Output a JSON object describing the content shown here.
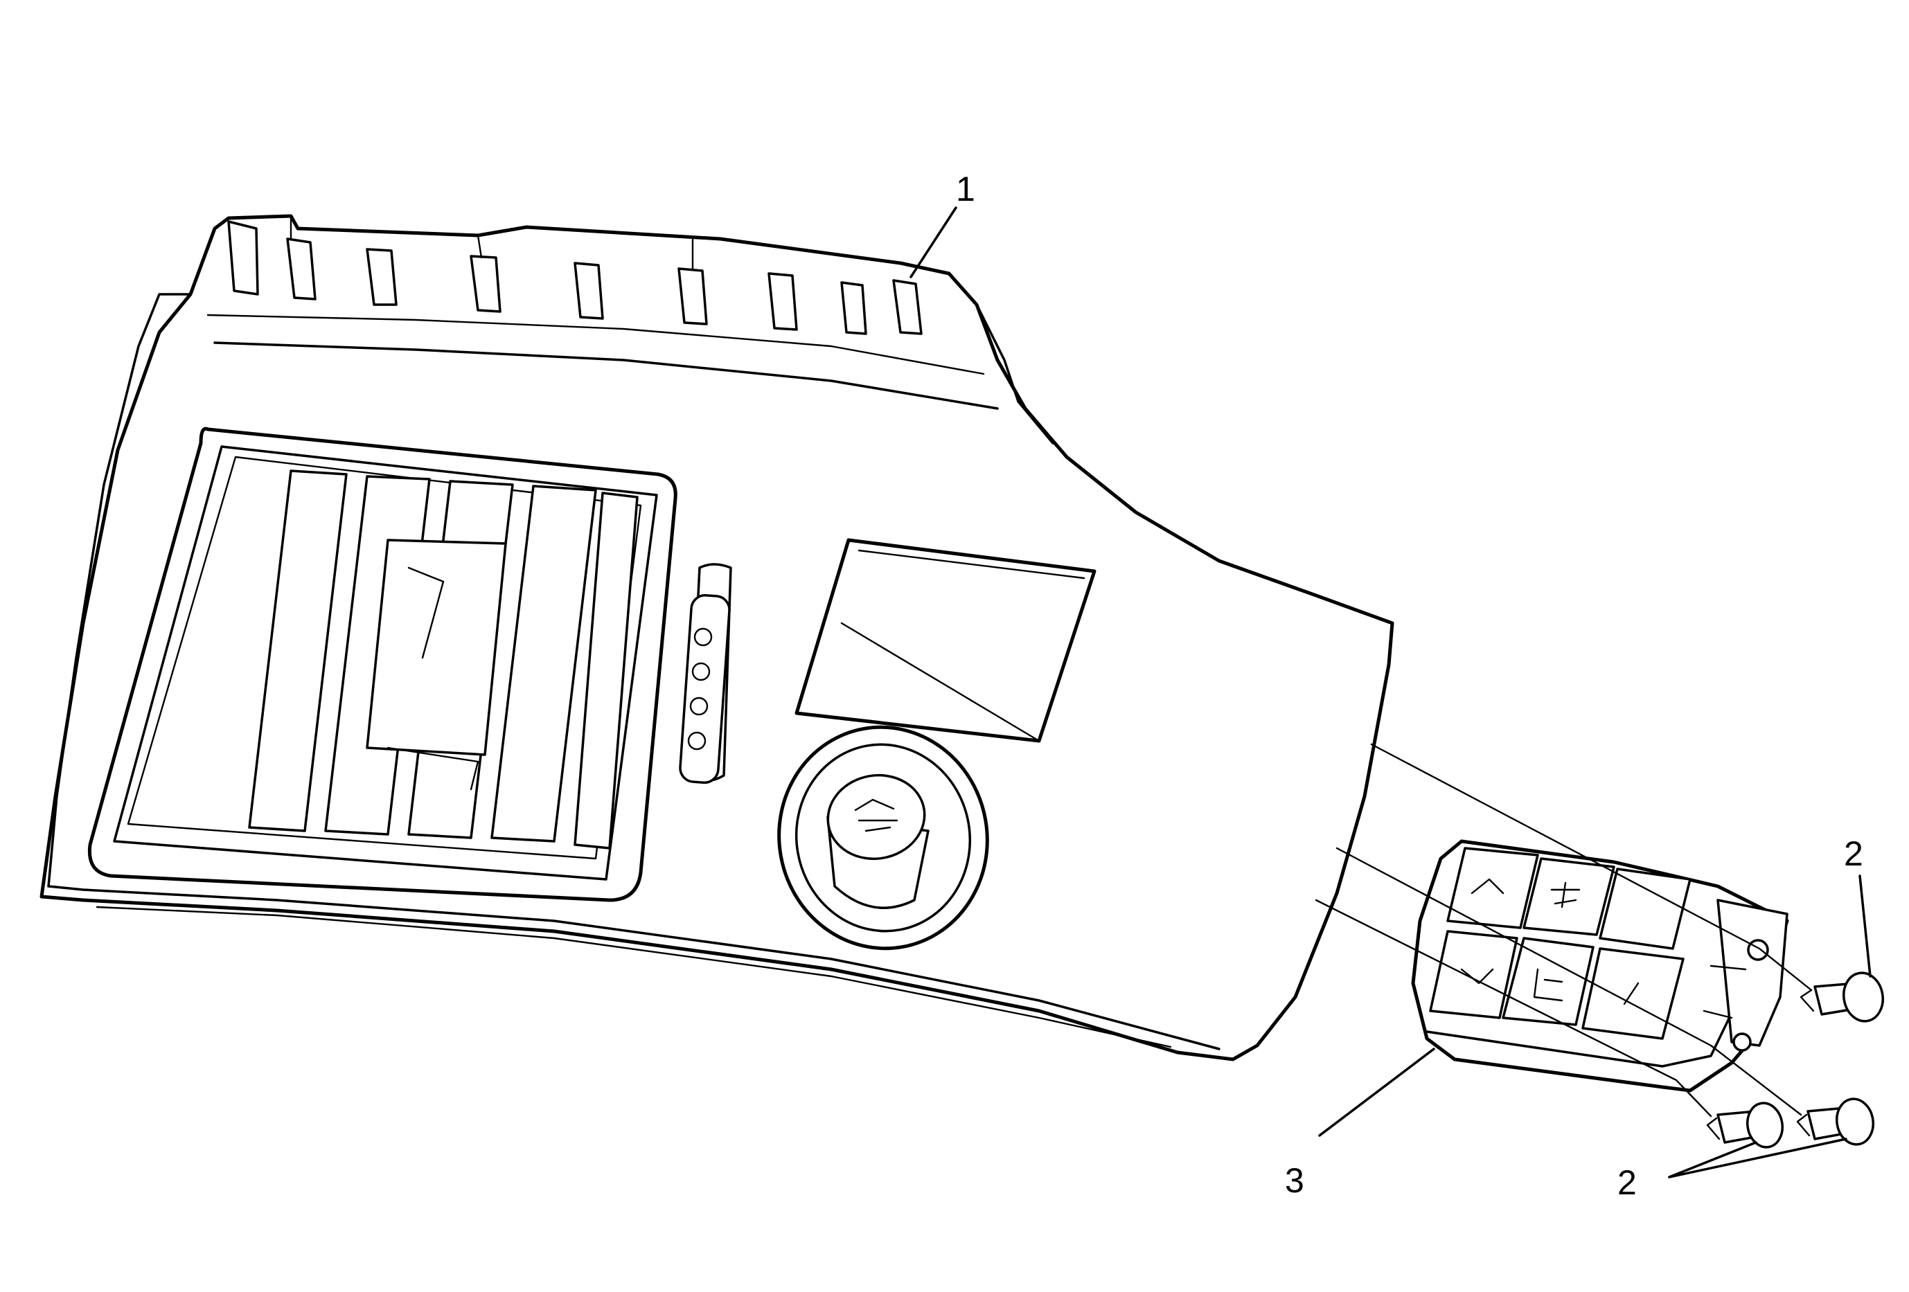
{
  "diagram": {
    "callouts": [
      {
        "id": "c1",
        "label": "1"
      },
      {
        "id": "c2a",
        "label": "2"
      },
      {
        "id": "c2b",
        "label": "2"
      },
      {
        "id": "c3",
        "label": "3"
      }
    ],
    "colors": {
      "line": "#000000",
      "background": "#ffffff"
    }
  }
}
